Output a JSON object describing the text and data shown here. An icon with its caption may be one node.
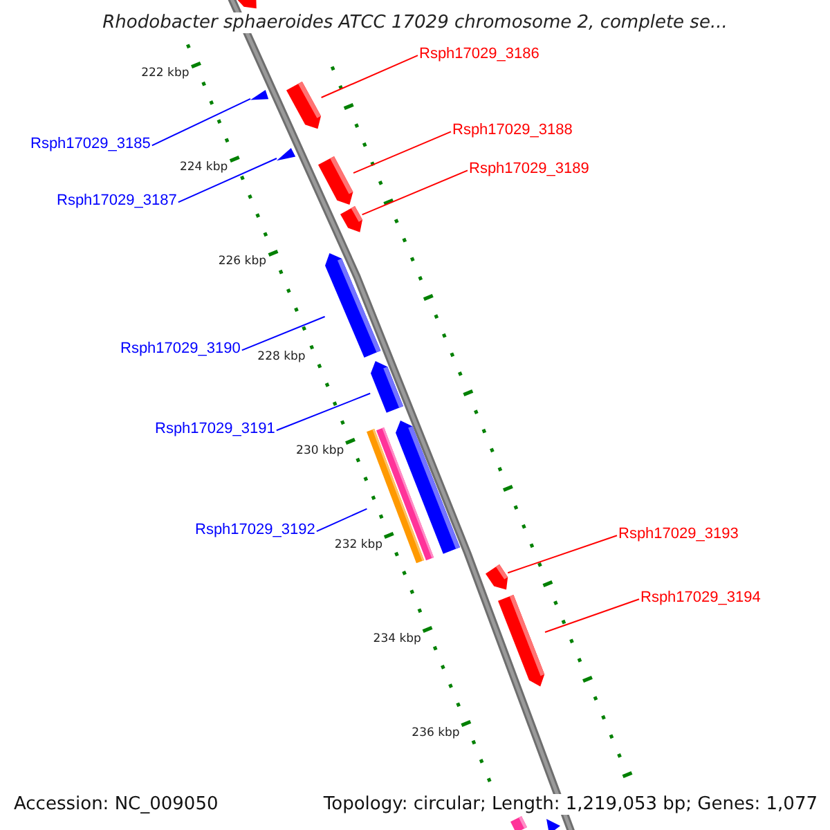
{
  "diagram": {
    "title": "Rhodobacter sphaeroides ATCC 17029 chromosome 2, complete se...",
    "nodes": [
      {
        "text": [
          "Rsph17029_3186"
        ]
      },
      {
        "text": [
          "Rsph17029_3185"
        ]
      },
      {
        "text": [
          "Rsph17029_3188"
        ]
      },
      {
        "text": [
          "Rsph17029_3189"
        ]
      },
      {
        "text": [
          "Rsph17029_3187"
        ]
      },
      {
        "text": [
          "Rsph17029_3190"
        ]
      },
      {
        "text": [
          "Rsph17029_3191"
        ]
      },
      {
        "text": [
          "Rsph17029_3192"
        ]
      },
      {
        "text": [
          "Rsph17029_3193"
        ]
      },
      {
        "text": [
          "Rsph17029_3194"
        ]
      },
      {
        "text": [],
        "shape": "bar"
      },
      {
        "text": [],
        "shape": "bar"
      },
      {
        "text": [],
        "shape": "bar"
      },
      {
        "text": [],
        "shape": "bar"
      },
      {
        "text": [],
        "shape": "bar"
      },
      {
        "text": [],
        "shape": "bar"
      },
      {
        "text": [],
        "shape": "bar"
      },
      {
        "text": [],
        "shape": "bar"
      },
      {
        "text": [],
        "shape": "bar"
      },
      {
        "text": [],
        "shape": "bar"
      },
      {
        "text": [],
        "shape": "bar"
      },
      {
        "text": [],
        "shape": "bar"
      },
      {
        "text": [],
        "shape": "bar"
      },
      {
        "text": [],
        "shape": "bar"
      },
      {
        "text": [],
        "shape": "bar"
      }
    ],
    "edges": [
      {
        "from": 0,
        "to": 11,
        "arrow": "none",
        "color": "#ff0000"
      },
      {
        "from": 1,
        "to": 12,
        "arrow": "none",
        "color": "#0000ff"
      },
      {
        "from": 2,
        "to": 14,
        "arrow": "none",
        "color": "#ff0000"
      },
      {
        "from": 3,
        "to": 15,
        "arrow": "none",
        "color": "#ff0000"
      },
      {
        "from": 4,
        "to": 13,
        "arrow": "none",
        "color": "#0000ff"
      },
      {
        "from": 5,
        "to": 16,
        "arrow": "none",
        "color": "#0000ff"
      },
      {
        "from": 6,
        "to": 17,
        "arrow": "none",
        "color": "#0000ff"
      },
      {
        "from": 7,
        "to": 20,
        "arrow": "none",
        "color": "#0000ff"
      },
      {
        "from": 8,
        "to": 21,
        "arrow": "none",
        "color": "#ff0000"
      },
      {
        "from": 9,
        "to": 22,
        "arrow": "none",
        "color": "#ff0000"
      }
    ],
    "labels": [
      "222 kbp",
      "224 kbp",
      "226 kbp",
      "228 kbp",
      "230 kbp",
      "232 kbp",
      "234 kbp",
      "236 kbp",
      "Accession: NC_009050",
      "Topology: circular; Length: 1,219,053 bp; Genes: 1,077"
    ]
  }
}
